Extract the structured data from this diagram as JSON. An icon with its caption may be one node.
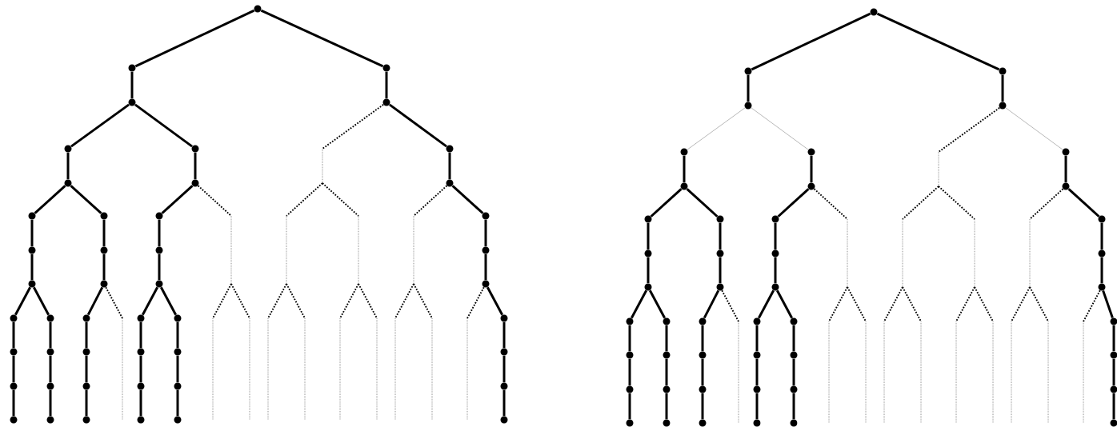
{
  "diagram": {
    "nodes": [
      {
        "text": [],
        "shape": "circle"
      },
      {
        "text": [],
        "shape": "circle"
      },
      {
        "text": [],
        "shape": "circle"
      },
      {
        "text": [],
        "shape": "circle"
      },
      {
        "text": [],
        "shape": "circle"
      },
      {
        "text": [],
        "shape": "circle"
      },
      {
        "text": [],
        "shape": "circle"
      },
      {
        "text": [],
        "shape": "circle"
      },
      {
        "text": [],
        "shape": "circle"
      },
      {
        "text": [],
        "shape": "circle"
      },
      {
        "text": [],
        "shape": "circle"
      },
      {
        "text": [],
        "shape": "circle"
      },
      {
        "text": [],
        "shape": "circle"
      },
      {
        "text": [],
        "shape": "circle"
      },
      {
        "text": [],
        "shape": "circle"
      },
      {
        "text": [],
        "shape": "circle"
      },
      {
        "text": [],
        "shape": "circle"
      },
      {
        "text": [],
        "shape": "circle"
      },
      {
        "text": [],
        "shape": "circle"
      },
      {
        "text": [],
        "shape": "circle"
      },
      {
        "text": [],
        "shape": "circle"
      },
      {
        "text": [],
        "shape": "circle"
      },
      {
        "text": [],
        "shape": "circle"
      },
      {
        "text": [],
        "shape": "circle"
      },
      {
        "text": [],
        "shape": "circle"
      },
      {
        "text": [],
        "shape": "circle"
      },
      {
        "text": [],
        "shape": "circle"
      },
      {
        "text": [],
        "shape": "circle"
      },
      {
        "text": [],
        "shape": "circle"
      },
      {
        "text": [],
        "shape": "circle"
      },
      {
        "text": [],
        "shape": "circle"
      },
      {
        "text": [],
        "shape": "circle"
      },
      {
        "text": [],
        "shape": "circle"
      },
      {
        "text": [],
        "shape": "circle"
      },
      {
        "text": [],
        "shape": "circle"
      },
      {
        "text": [],
        "shape": "circle"
      },
      {
        "text": [],
        "shape": "circle"
      },
      {
        "text": [],
        "shape": "circle"
      },
      {
        "text": [],
        "shape": "circle"
      },
      {
        "text": [],
        "shape": "circle"
      },
      {
        "text": [],
        "shape": "circle"
      },
      {
        "text": [],
        "shape": "circle"
      },
      {
        "text": [],
        "shape": "circle"
      },
      {
        "text": [],
        "shape": "circle"
      },
      {
        "text": [],
        "shape": "circle"
      },
      {
        "text": [],
        "shape": "circle"
      },
      {
        "text": [],
        "shape": "circle"
      },
      {
        "text": [],
        "shape": "circle"
      },
      {
        "text": [],
        "shape": "circle"
      },
      {
        "text": [],
        "shape": "circle"
      },
      {
        "text": [],
        "shape": "circle"
      },
      {
        "text": [],
        "shape": "circle"
      },
      {
        "text": [],
        "shape": "circle"
      },
      {
        "text": [],
        "shape": "circle"
      },
      {
        "text": [],
        "shape": "circle"
      },
      {
        "text": [],
        "shape": "circle"
      },
      {
        "text": [],
        "shape": "circle"
      },
      {
        "text": [],
        "shape": "circle"
      },
      {
        "text": [],
        "shape": "circle"
      },
      {
        "text": [],
        "shape": "circle"
      },
      {
        "text": [],
        "shape": "circle"
      },
      {
        "text": [],
        "shape": "circle"
      },
      {
        "text": [],
        "shape": "circle"
      },
      {
        "text": [],
        "shape": "circle"
      },
      {
        "text": [],
        "shape": "circle"
      },
      {
        "text": [],
        "shape": "circle"
      },
      {
        "text": [],
        "shape": "circle"
      },
      {
        "text": [],
        "shape": "circle"
      },
      {
        "text": [],
        "shape": "circle"
      },
      {
        "text": [],
        "shape": "circle"
      },
      {
        "text": [],
        "shape": "circle"
      },
      {
        "text": [],
        "shape": "circle"
      },
      {
        "text": [],
        "shape": "circle"
      },
      {
        "text": [],
        "shape": "circle"
      },
      {
        "text": [],
        "shape": "circle"
      },
      {
        "text": [],
        "shape": "circle"
      },
      {
        "text": [],
        "shape": "circle"
      },
      {
        "text": [],
        "shape": "circle"
      },
      {
        "text": [],
        "shape": "circle"
      },
      {
        "text": [],
        "shape": "circle"
      },
      {
        "text": [],
        "shape": "circle"
      },
      {
        "text": [],
        "shape": "circle"
      },
      {
        "text": [],
        "shape": "circle"
      },
      {
        "text": [],
        "shape": "circle"
      },
      {
        "text": [],
        "shape": "circle"
      },
      {
        "text": [],
        "shape": "circle"
      },
      {
        "text": [],
        "shape": "circle"
      },
      {
        "text": [],
        "shape": "circle"
      },
      {
        "text": [],
        "shape": "circle"
      },
      {
        "text": [],
        "shape": "circle"
      },
      {
        "text": [],
        "shape": "circle"
      },
      {
        "text": [],
        "shape": "circle"
      },
      {
        "text": [],
        "shape": "circle"
      },
      {
        "text": [],
        "shape": "circle"
      }
    ],
    "edges": [
      {
        "from": 0,
        "to": 1,
        "arrow": "none"
      },
      {
        "from": 0,
        "to": 2,
        "arrow": "none"
      },
      {
        "from": 1,
        "to": 3,
        "arrow": "none"
      },
      {
        "from": 2,
        "to": 4,
        "arrow": "none"
      },
      {
        "from": 3,
        "to": 5,
        "arrow": "none"
      },
      {
        "from": 3,
        "to": 6,
        "arrow": "none"
      },
      {
        "from": 4,
        "to": 7,
        "arrow": "none"
      },
      {
        "from": 5,
        "to": 8,
        "arrow": "none"
      },
      {
        "from": 6,
        "to": 9,
        "arrow": "none"
      },
      {
        "from": 7,
        "to": 10,
        "arrow": "none"
      },
      {
        "from": 8,
        "to": 11,
        "arrow": "none"
      },
      {
        "from": 8,
        "to": 12,
        "arrow": "none"
      },
      {
        "from": 9,
        "to": 13,
        "arrow": "none"
      },
      {
        "from": 10,
        "to": 14,
        "arrow": "none"
      },
      {
        "from": 11,
        "to": 15,
        "arrow": "none"
      },
      {
        "from": 12,
        "to": 16,
        "arrow": "none"
      },
      {
        "from": 13,
        "to": 17,
        "arrow": "none"
      },
      {
        "from": 14,
        "to": 18,
        "arrow": "none"
      },
      {
        "from": 15,
        "to": 19,
        "arrow": "none"
      },
      {
        "from": 16,
        "to": 20,
        "arrow": "none"
      },
      {
        "from": 17,
        "to": 21,
        "arrow": "none"
      },
      {
        "from": 18,
        "to": 22,
        "arrow": "none"
      },
      {
        "from": 19,
        "to": 23,
        "arrow": "none"
      },
      {
        "from": 19,
        "to": 24,
        "arrow": "none"
      },
      {
        "from": 20,
        "to": 25,
        "arrow": "none"
      },
      {
        "from": 21,
        "to": 26,
        "arrow": "none"
      },
      {
        "from": 21,
        "to": 27,
        "arrow": "none"
      },
      {
        "from": 22,
        "to": 28,
        "arrow": "none"
      },
      {
        "from": 23,
        "to": 29,
        "arrow": "none"
      },
      {
        "from": 24,
        "to": 30,
        "arrow": "none"
      },
      {
        "from": 25,
        "to": 31,
        "arrow": "none"
      },
      {
        "from": 26,
        "to": 32,
        "arrow": "none"
      },
      {
        "from": 27,
        "to": 33,
        "arrow": "none"
      },
      {
        "from": 28,
        "to": 34,
        "arrow": "none"
      },
      {
        "from": 29,
        "to": 35,
        "arrow": "none"
      },
      {
        "from": 30,
        "to": 36,
        "arrow": "none"
      },
      {
        "from": 31,
        "to": 37,
        "arrow": "none"
      },
      {
        "from": 32,
        "to": 38,
        "arrow": "none"
      },
      {
        "from": 33,
        "to": 39,
        "arrow": "none"
      },
      {
        "from": 34,
        "to": 40,
        "arrow": "none"
      },
      {
        "from": 35,
        "to": 41,
        "arrow": "none"
      },
      {
        "from": 36,
        "to": 42,
        "arrow": "none"
      },
      {
        "from": 37,
        "to": 43,
        "arrow": "none"
      },
      {
        "from": 38,
        "to": 44,
        "arrow": "none"
      },
      {
        "from": 39,
        "to": 45,
        "arrow": "none"
      },
      {
        "from": 40,
        "to": 46,
        "arrow": "none"
      },
      {
        "from": 4,
        "to": null,
        "arrow": "none",
        "style": "dashed"
      },
      {
        "from": 9,
        "to": null,
        "arrow": "none",
        "style": "dashed"
      },
      {
        "from": 10,
        "to": null,
        "arrow": "none",
        "style": "dashed"
      },
      {
        "from": 20,
        "to": null,
        "arrow": "none",
        "style": "dashed"
      },
      {
        "from": 22,
        "to": null,
        "arrow": "none",
        "style": "dashed"
      },
      {
        "from": 47,
        "to": 48,
        "arrow": "none"
      },
      {
        "from": 47,
        "to": 49,
        "arrow": "none"
      },
      {
        "from": 48,
        "to": 50,
        "arrow": "none"
      },
      {
        "from": 49,
        "to": 51,
        "arrow": "none"
      },
      {
        "from": 50,
        "to": 52,
        "arrow": "none",
        "color": "#999999"
      },
      {
        "from": 50,
        "to": 53,
        "arrow": "none",
        "color": "#999999"
      },
      {
        "from": 51,
        "to": 54,
        "arrow": "none",
        "color": "#999999"
      },
      {
        "from": 52,
        "to": 55,
        "arrow": "none"
      },
      {
        "from": 53,
        "to": 56,
        "arrow": "none"
      },
      {
        "from": 54,
        "to": 57,
        "arrow": "none"
      },
      {
        "from": 55,
        "to": 58,
        "arrow": "none"
      },
      {
        "from": 55,
        "to": 59,
        "arrow": "none"
      },
      {
        "from": 56,
        "to": 60,
        "arrow": "none"
      },
      {
        "from": 57,
        "to": 61,
        "arrow": "none"
      },
      {
        "from": 58,
        "to": 62,
        "arrow": "none"
      },
      {
        "from": 59,
        "to": 63,
        "arrow": "none"
      },
      {
        "from": 60,
        "to": 64,
        "arrow": "none"
      },
      {
        "from": 61,
        "to": 65,
        "arrow": "none"
      },
      {
        "from": 62,
        "to": 66,
        "arrow": "none"
      },
      {
        "from": 63,
        "to": 67,
        "arrow": "none"
      },
      {
        "from": 64,
        "to": 68,
        "arrow": "none"
      },
      {
        "from": 65,
        "to": 69,
        "arrow": "none"
      },
      {
        "from": 66,
        "to": 70,
        "arrow": "none"
      },
      {
        "from": 66,
        "to": 71,
        "arrow": "none"
      },
      {
        "from": 67,
        "to": 72,
        "arrow": "none"
      },
      {
        "from": 68,
        "to": 73,
        "arrow": "none"
      },
      {
        "from": 68,
        "to": 74,
        "arrow": "none"
      },
      {
        "from": 69,
        "to": 75,
        "arrow": "none"
      },
      {
        "from": 70,
        "to": 76,
        "arrow": "none"
      },
      {
        "from": 71,
        "to": 77,
        "arrow": "none"
      },
      {
        "from": 72,
        "to": 78,
        "arrow": "none"
      },
      {
        "from": 73,
        "to": 79,
        "arrow": "none"
      },
      {
        "from": 74,
        "to": 80,
        "arrow": "none"
      },
      {
        "from": 75,
        "to": 81,
        "arrow": "none"
      },
      {
        "from": 76,
        "to": 82,
        "arrow": "none"
      },
      {
        "from": 77,
        "to": 83,
        "arrow": "none"
      },
      {
        "from": 78,
        "to": 84,
        "arrow": "none"
      },
      {
        "from": 79,
        "to": 85,
        "arrow": "none"
      },
      {
        "from": 80,
        "to": 86,
        "arrow": "none"
      },
      {
        "from": 81,
        "to": 87,
        "arrow": "none"
      },
      {
        "from": 82,
        "to": 88,
        "arrow": "none"
      },
      {
        "from": 83,
        "to": 89,
        "arrow": "none"
      },
      {
        "from": 84,
        "to": 90,
        "arrow": "none"
      },
      {
        "from": 85,
        "to": 91,
        "arrow": "none"
      },
      {
        "from": 86,
        "to": 92,
        "arrow": "none"
      },
      {
        "from": 87,
        "to": 93,
        "arrow": "none"
      },
      {
        "from": 51,
        "to": null,
        "arrow": "none",
        "style": "dashed"
      },
      {
        "from": 56,
        "to": null,
        "arrow": "none",
        "style": "dashed"
      },
      {
        "from": 57,
        "to": null,
        "arrow": "none",
        "style": "dashed"
      },
      {
        "from": 67,
        "to": null,
        "arrow": "none",
        "style": "dashed"
      },
      {
        "from": 69,
        "to": null,
        "arrow": "none",
        "style": "dashed"
      }
    ]
  }
}
